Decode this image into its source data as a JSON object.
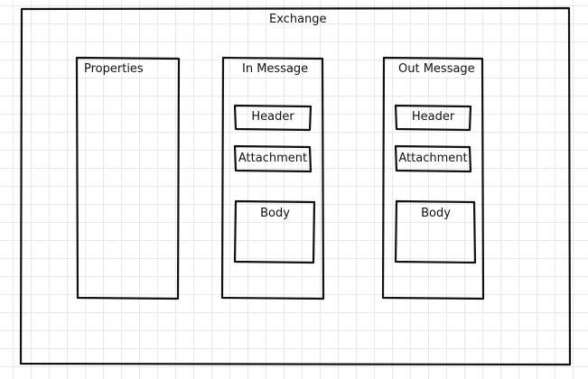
{
  "exchange": {
    "title": "Exchange"
  },
  "properties": {
    "title": "Properties"
  },
  "in_message": {
    "title": "In Message",
    "header": "Header",
    "attachment": "Attachment",
    "body": "Body"
  },
  "out_message": {
    "title": "Out Message",
    "header": "Header",
    "attachment": "Attachment",
    "body": "Body"
  }
}
